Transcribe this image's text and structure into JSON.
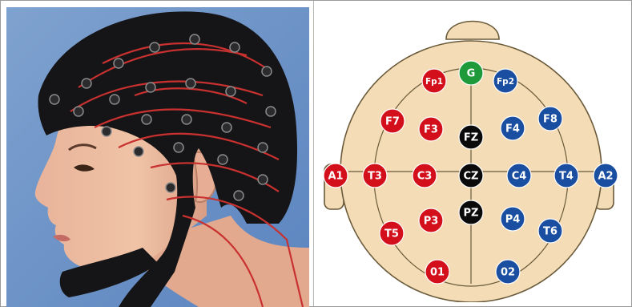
{
  "figure": {
    "photo": {
      "subject": "eeg-cap-photo"
    },
    "map": {
      "colors": {
        "scalp": "#f3dcb6",
        "outline": "#6a5a3a",
        "left_hemisphere": "#d40f1c",
        "right_hemisphere": "#1a4ea1",
        "ground": "#1f9a3b",
        "midline": "#0a0a0a"
      },
      "electrodes": [
        {
          "id": "fp1",
          "label": "Fp1",
          "group": "left_hemisphere"
        },
        {
          "id": "g",
          "label": "G",
          "group": "ground"
        },
        {
          "id": "fp2",
          "label": "Fp2",
          "group": "right_hemisphere"
        },
        {
          "id": "f7",
          "label": "F7",
          "group": "left_hemisphere"
        },
        {
          "id": "f8",
          "label": "F8",
          "group": "right_hemisphere"
        },
        {
          "id": "f3",
          "label": "F3",
          "group": "left_hemisphere"
        },
        {
          "id": "fz",
          "label": "FZ",
          "group": "midline"
        },
        {
          "id": "f4",
          "label": "F4",
          "group": "right_hemisphere"
        },
        {
          "id": "a1",
          "label": "A1",
          "group": "left_hemisphere"
        },
        {
          "id": "t3",
          "label": "T3",
          "group": "left_hemisphere"
        },
        {
          "id": "c3",
          "label": "C3",
          "group": "left_hemisphere"
        },
        {
          "id": "cz",
          "label": "CZ",
          "group": "midline"
        },
        {
          "id": "c4",
          "label": "C4",
          "group": "right_hemisphere"
        },
        {
          "id": "t4",
          "label": "T4",
          "group": "right_hemisphere"
        },
        {
          "id": "a2",
          "label": "A2",
          "group": "right_hemisphere"
        },
        {
          "id": "pz",
          "label": "PZ",
          "group": "midline"
        },
        {
          "id": "p3",
          "label": "P3",
          "group": "left_hemisphere"
        },
        {
          "id": "p4",
          "label": "P4",
          "group": "right_hemisphere"
        },
        {
          "id": "t5",
          "label": "T5",
          "group": "left_hemisphere"
        },
        {
          "id": "t6",
          "label": "T6",
          "group": "right_hemisphere"
        },
        {
          "id": "o1",
          "label": "01",
          "group": "left_hemisphere"
        },
        {
          "id": "o2",
          "label": "02",
          "group": "right_hemisphere"
        }
      ]
    }
  }
}
